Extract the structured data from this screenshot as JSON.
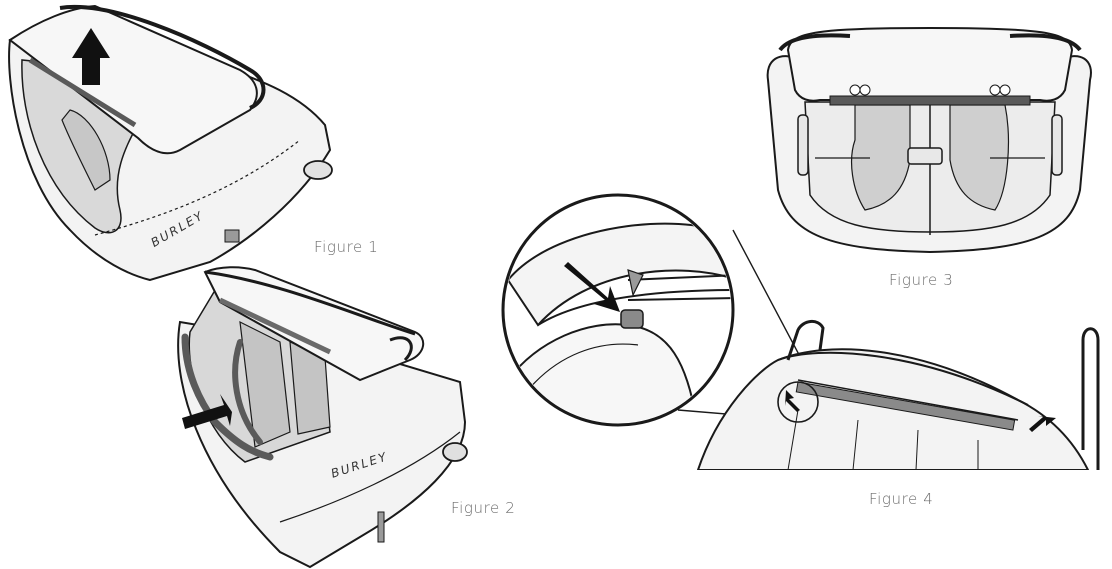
{
  "figures": [
    {
      "id": "figure-1",
      "caption": "Figure 1",
      "brand": "BURLEY"
    },
    {
      "id": "figure-2",
      "caption": "Figure 2",
      "brand": "BURLEY"
    },
    {
      "id": "figure-3",
      "caption": "Figure 3"
    },
    {
      "id": "figure-4",
      "caption": "Figure 4"
    }
  ],
  "colors": {
    "line": "#1a1a1a",
    "fabric": "#f2f2f2",
    "fabric_shade": "#dcdcdc",
    "frame": "#5a5a5a",
    "arrow": "#111111",
    "caption": "#6b6b6b"
  },
  "icons": [
    "up-arrow-icon",
    "left-arrow-icon",
    "down-right-arrow-icon",
    "down-left-arrow-icon",
    "magnifier-detail-icon"
  ]
}
